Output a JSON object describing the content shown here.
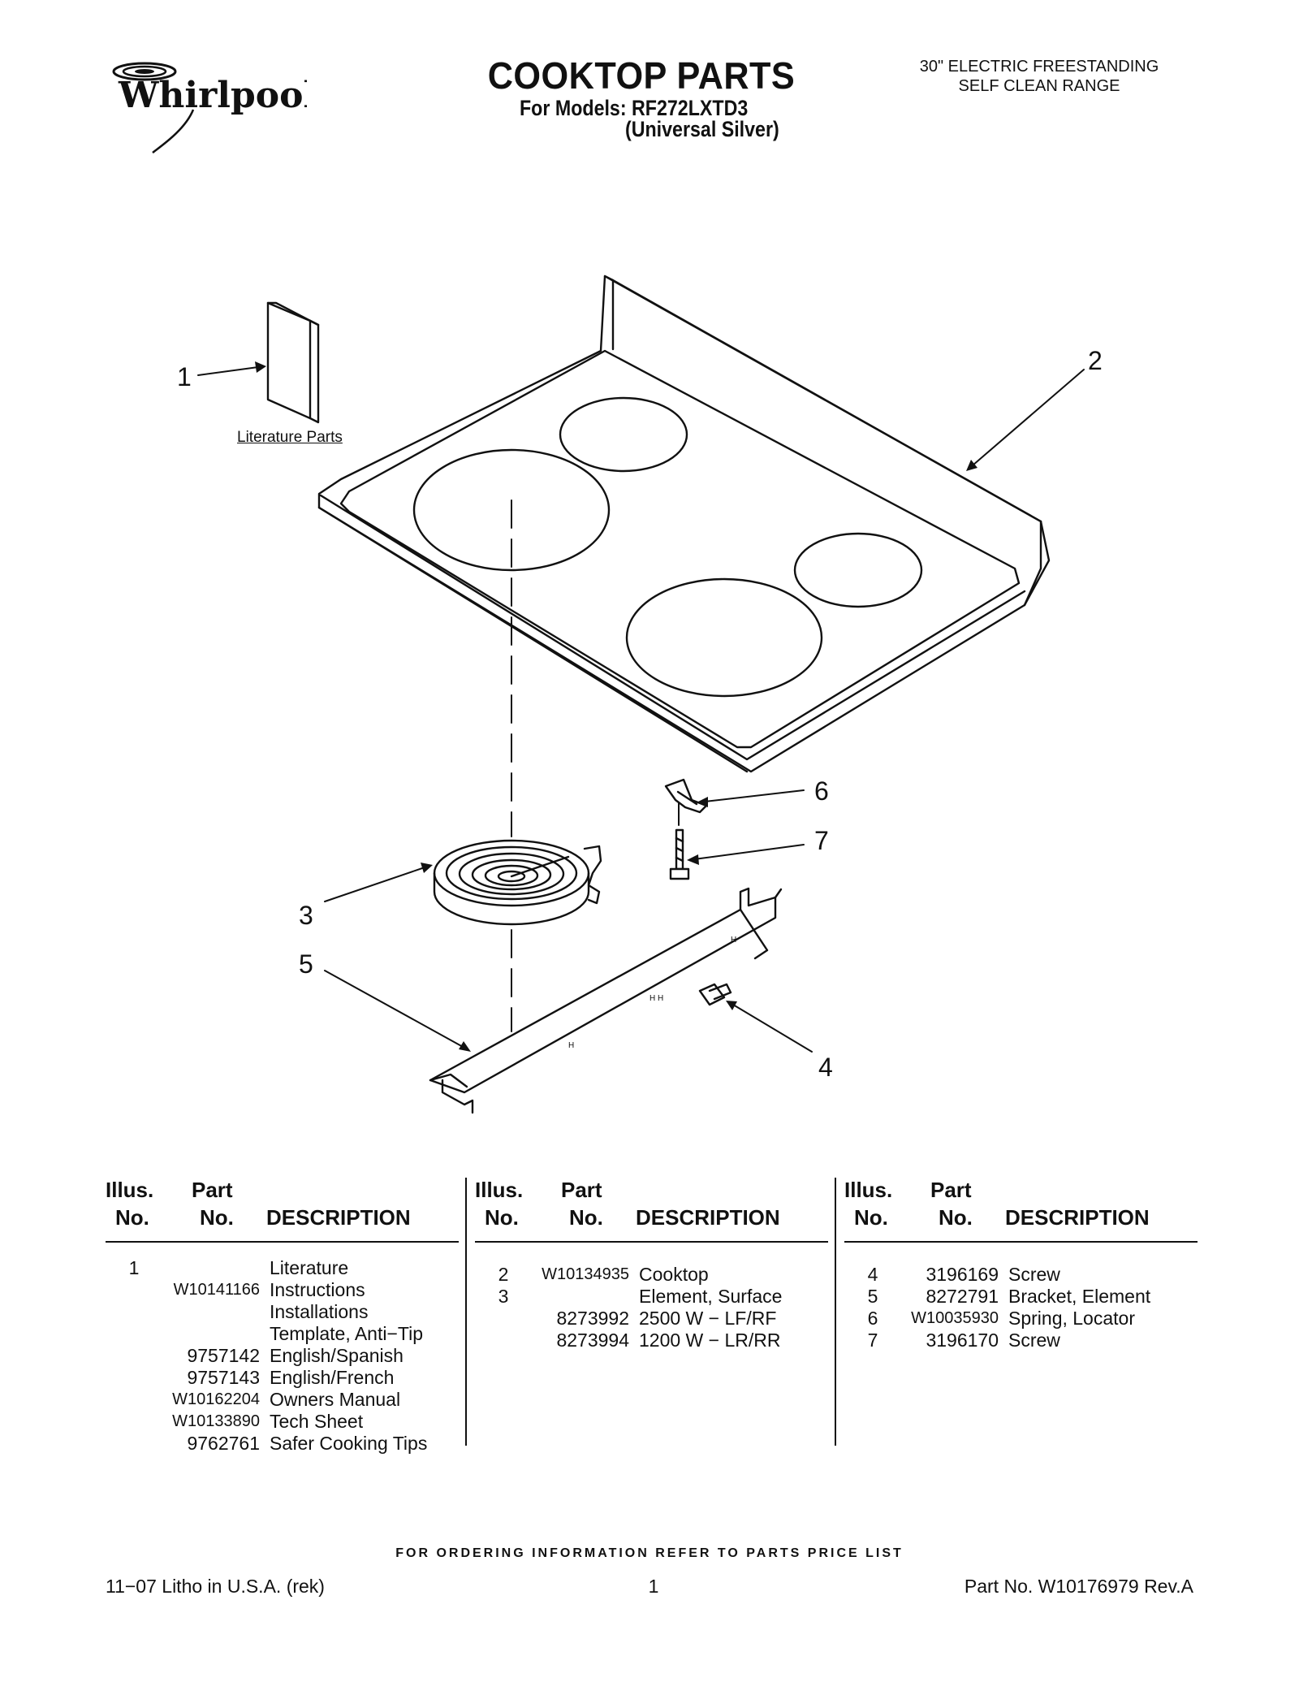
{
  "header": {
    "brand": "Whirlpool",
    "title": "COOKTOP PARTS",
    "models_line": "For Models: RF272LXTD3",
    "variant_line": "(Universal Silver)",
    "product_line1": "30\" ELECTRIC FREESTANDING",
    "product_line2": "SELF CLEAN RANGE"
  },
  "diagram": {
    "callouts": [
      "1",
      "2",
      "3",
      "4",
      "5",
      "6",
      "7"
    ],
    "literature_caption": "Literature Parts"
  },
  "table": {
    "headers": {
      "illus_top": "Illus.",
      "illus_bottom": "No.",
      "part_top": "Part",
      "part_bottom": "No.",
      "description": "DESCRIPTION"
    },
    "columns": [
      {
        "rows": [
          {
            "illus": "1",
            "part": "",
            "desc": "Literature"
          },
          {
            "illus": "",
            "part": "W10141166",
            "desc": "Instructions"
          },
          {
            "illus": "",
            "part": "",
            "desc": "Installations"
          },
          {
            "illus": "",
            "part": "",
            "desc": "Template, Anti−Tip"
          },
          {
            "illus": "",
            "part": "9757142",
            "desc": "English/Spanish"
          },
          {
            "illus": "",
            "part": "9757143",
            "desc": "English/French"
          },
          {
            "illus": "",
            "part": "W10162204",
            "desc": "Owners Manual"
          },
          {
            "illus": "",
            "part": "W10133890",
            "desc": "Tech Sheet"
          },
          {
            "illus": "",
            "part": "9762761",
            "desc": "Safer Cooking Tips"
          }
        ]
      },
      {
        "rows": [
          {
            "illus": "2",
            "part": "W10134935",
            "desc": "Cooktop"
          },
          {
            "illus": "3",
            "part": "",
            "desc": "Element, Surface"
          },
          {
            "illus": "",
            "part": "8273992",
            "desc": "2500 W − LF/RF"
          },
          {
            "illus": "",
            "part": "8273994",
            "desc": "1200 W − LR/RR"
          }
        ]
      },
      {
        "rows": [
          {
            "illus": "4",
            "part": "3196169",
            "desc": "Screw"
          },
          {
            "illus": "5",
            "part": "8272791",
            "desc": "Bracket, Element"
          },
          {
            "illus": "6",
            "part": "W10035930",
            "desc": "Spring, Locator"
          },
          {
            "illus": "7",
            "part": "3196170",
            "desc": "Screw"
          }
        ]
      }
    ]
  },
  "footer": {
    "ordering_note": "FOR ORDERING INFORMATION REFER TO PARTS PRICE LIST",
    "litho": "11−07 Litho in U.S.A. (rek)",
    "page_number": "1",
    "part_number": "Part No. W10176979 Rev.A"
  }
}
